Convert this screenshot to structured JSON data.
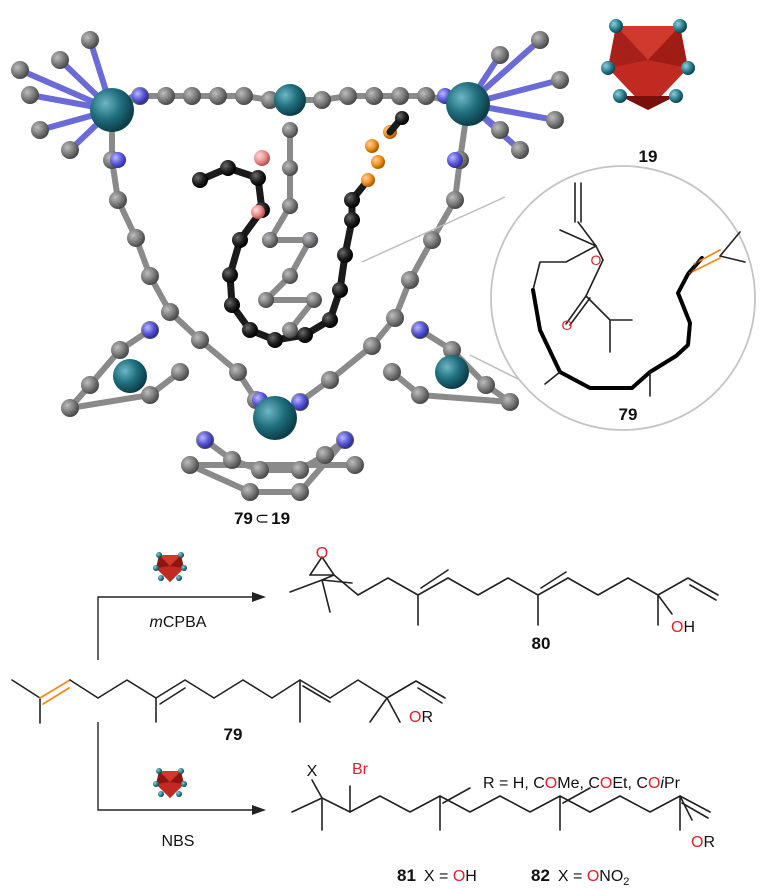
{
  "figure": {
    "host_label": "19",
    "complex_label_guest": "79",
    "complex_label_sym": "⊂",
    "complex_label_host": "19",
    "inset_label": "79",
    "reagent_top_prefix": "m",
    "reagent_top_main": "CPBA",
    "reagent_bottom": "NBS",
    "substrate_label": "79",
    "product_top_label": "80",
    "product_top_oh_o": "O",
    "product_top_oh_h": "H",
    "epoxide_o": "O",
    "substrate_or_o": "O",
    "substrate_or_r": "R",
    "r_def_prefix": "R = H, C",
    "r_def_o1": "O",
    "r_def_mid1": "Me, C",
    "r_def_o2": "O",
    "r_def_mid2": "Et, C",
    "r_def_o3": "O",
    "r_def_ipr_i": "i",
    "r_def_ipr_pr": "Pr",
    "product_bottom_x": "X",
    "product_bottom_br": "Br",
    "product_bottom_or_o": "O",
    "product_bottom_or_r": "R",
    "label_81": "81",
    "label_81_def_prefix": "X = ",
    "label_81_def_o": "O",
    "label_81_def_h": "H",
    "label_82": "82",
    "label_82_def_prefix": "X = ",
    "label_82_def_o": "O",
    "label_82_def_no": "NO",
    "label_82_def_sub": "2",
    "inset_ester_o1": "O",
    "inset_ester_o2": "O"
  },
  "colors": {
    "cage_metal": "#1f6f7f",
    "cage_carbon": "#7d7d7d",
    "cage_nitrogen": "#5656d8",
    "guest_carbon": "#1a1a1a",
    "guest_oxygen": "#f08a8a",
    "guest_orange": "#f0901a",
    "octahedron": "#b0221c",
    "heteroatom": "#e0202a",
    "alkene_highlight": "#f08a1a"
  }
}
